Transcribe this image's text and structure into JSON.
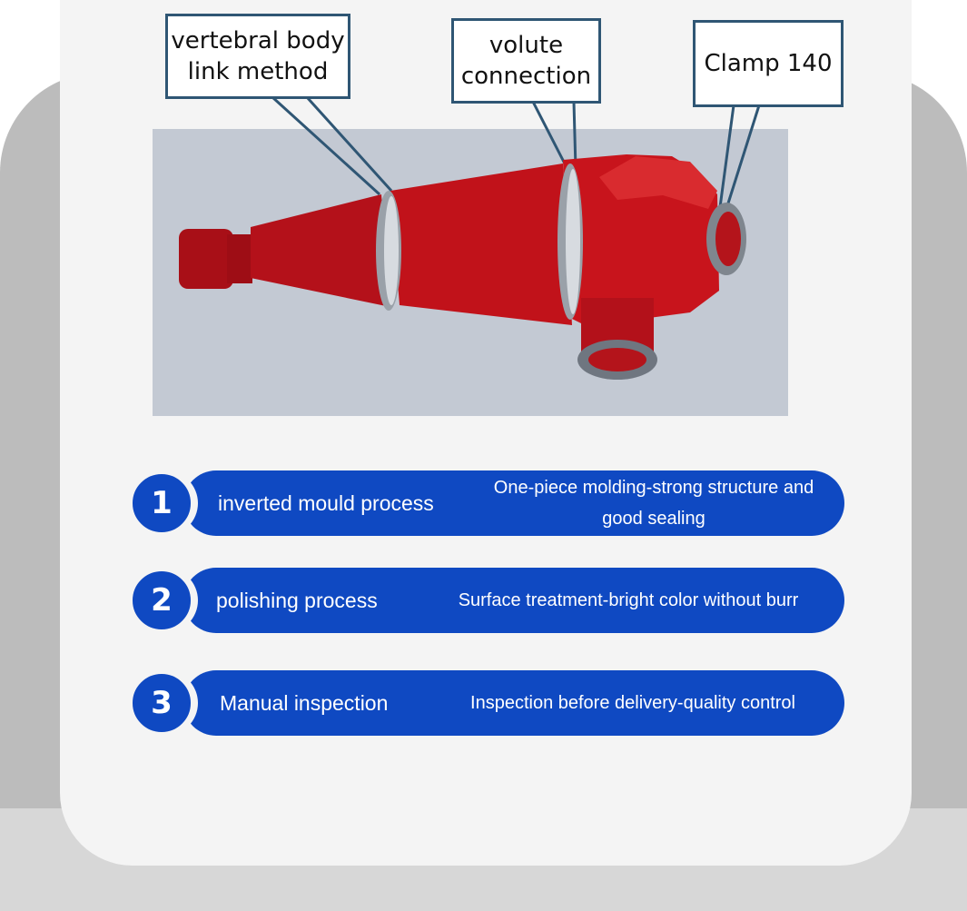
{
  "callouts": {
    "vertebral": "vertebral body\nlink method",
    "volute": "volute\nconnection",
    "clamp": "Clamp 140"
  },
  "steps": [
    {
      "number": "1",
      "title": "inverted mould process",
      "description": "One-piece molding-strong structure and good sealing"
    },
    {
      "number": "2",
      "title": "polishing process",
      "description": "Surface treatment-bright color without burr"
    },
    {
      "number": "3",
      "title": "Manual inspection",
      "description": "Inspection before delivery-quality control"
    }
  ],
  "colors": {
    "step_blue": "#0f49c2",
    "product_red": "#c1121a",
    "panel": "#c3c9d3",
    "callout_border": "#2f5674"
  }
}
